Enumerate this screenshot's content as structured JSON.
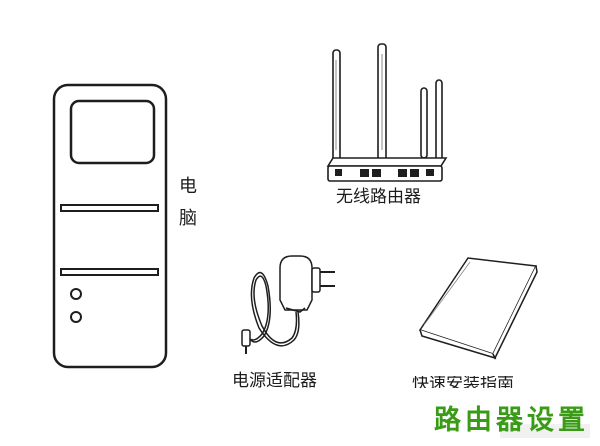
{
  "items": {
    "computer": {
      "label_line1": "电",
      "label_line2": "脑"
    },
    "router": {
      "label": "无线路由器"
    },
    "power_adapter": {
      "label": "电源适配器"
    },
    "quick_guide": {
      "label": "快速安装指南"
    }
  },
  "watermark": {
    "text": "路由器设置",
    "color": "#3a9c16"
  }
}
